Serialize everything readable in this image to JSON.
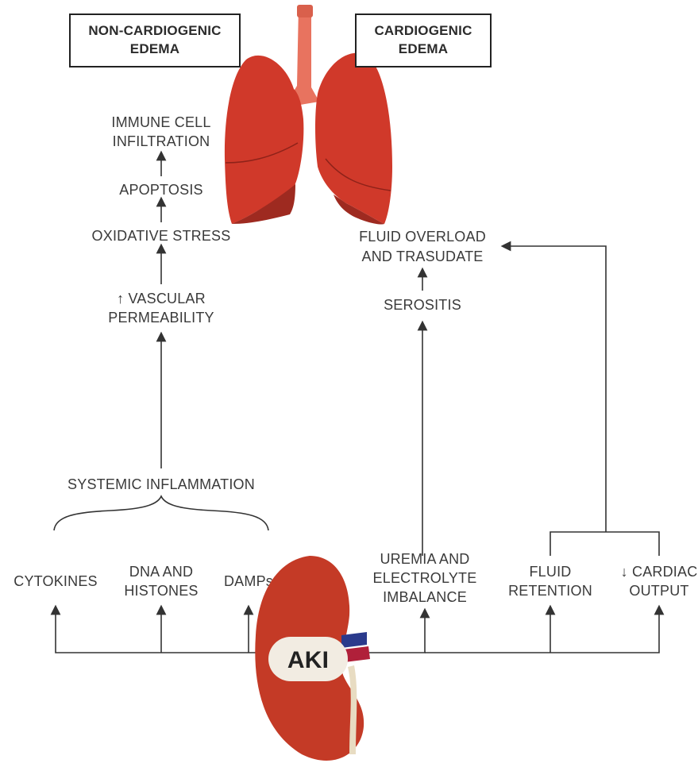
{
  "boxes": {
    "non_cardiogenic": [
      "NON-CARDIOGENIC",
      "EDEMA"
    ],
    "cardiogenic": [
      "CARDIOGENIC",
      "EDEMA"
    ]
  },
  "left_chain": {
    "immune": [
      "IMMUNE CELL",
      "INFILTRATION"
    ],
    "apoptosis": "APOPTOSIS",
    "oxidative": "OXIDATIVE STRESS",
    "vascular": [
      "↑ VASCULAR",
      "PERMEABILITY"
    ],
    "systemic": "SYSTEMIC INFLAMMATION"
  },
  "right_chain": {
    "fluid_overload": [
      "FLUID  OVERLOAD",
      "AND TRASUDATE"
    ],
    "serositis": "SEROSITIS"
  },
  "bottom": {
    "cytokines": "CYTOKINES",
    "dna": [
      "DNA AND",
      "HISTONES"
    ],
    "damps": "DAMPs",
    "uremia": [
      "UREMIA AND",
      "ELECTROLYTE",
      "IMBALANCE"
    ],
    "fluid_retention": [
      "FLUID",
      "RETENTION"
    ],
    "cardiac_output": [
      "↓ CARDIAC",
      "OUTPUT"
    ]
  },
  "aki_label": "AKI",
  "colors": {
    "lung": "#d0392a",
    "lung_dark": "#9e2a20",
    "trachea": "#e8735f",
    "kidney": "#c43a26",
    "aki_badge": "#f2ece2"
  }
}
